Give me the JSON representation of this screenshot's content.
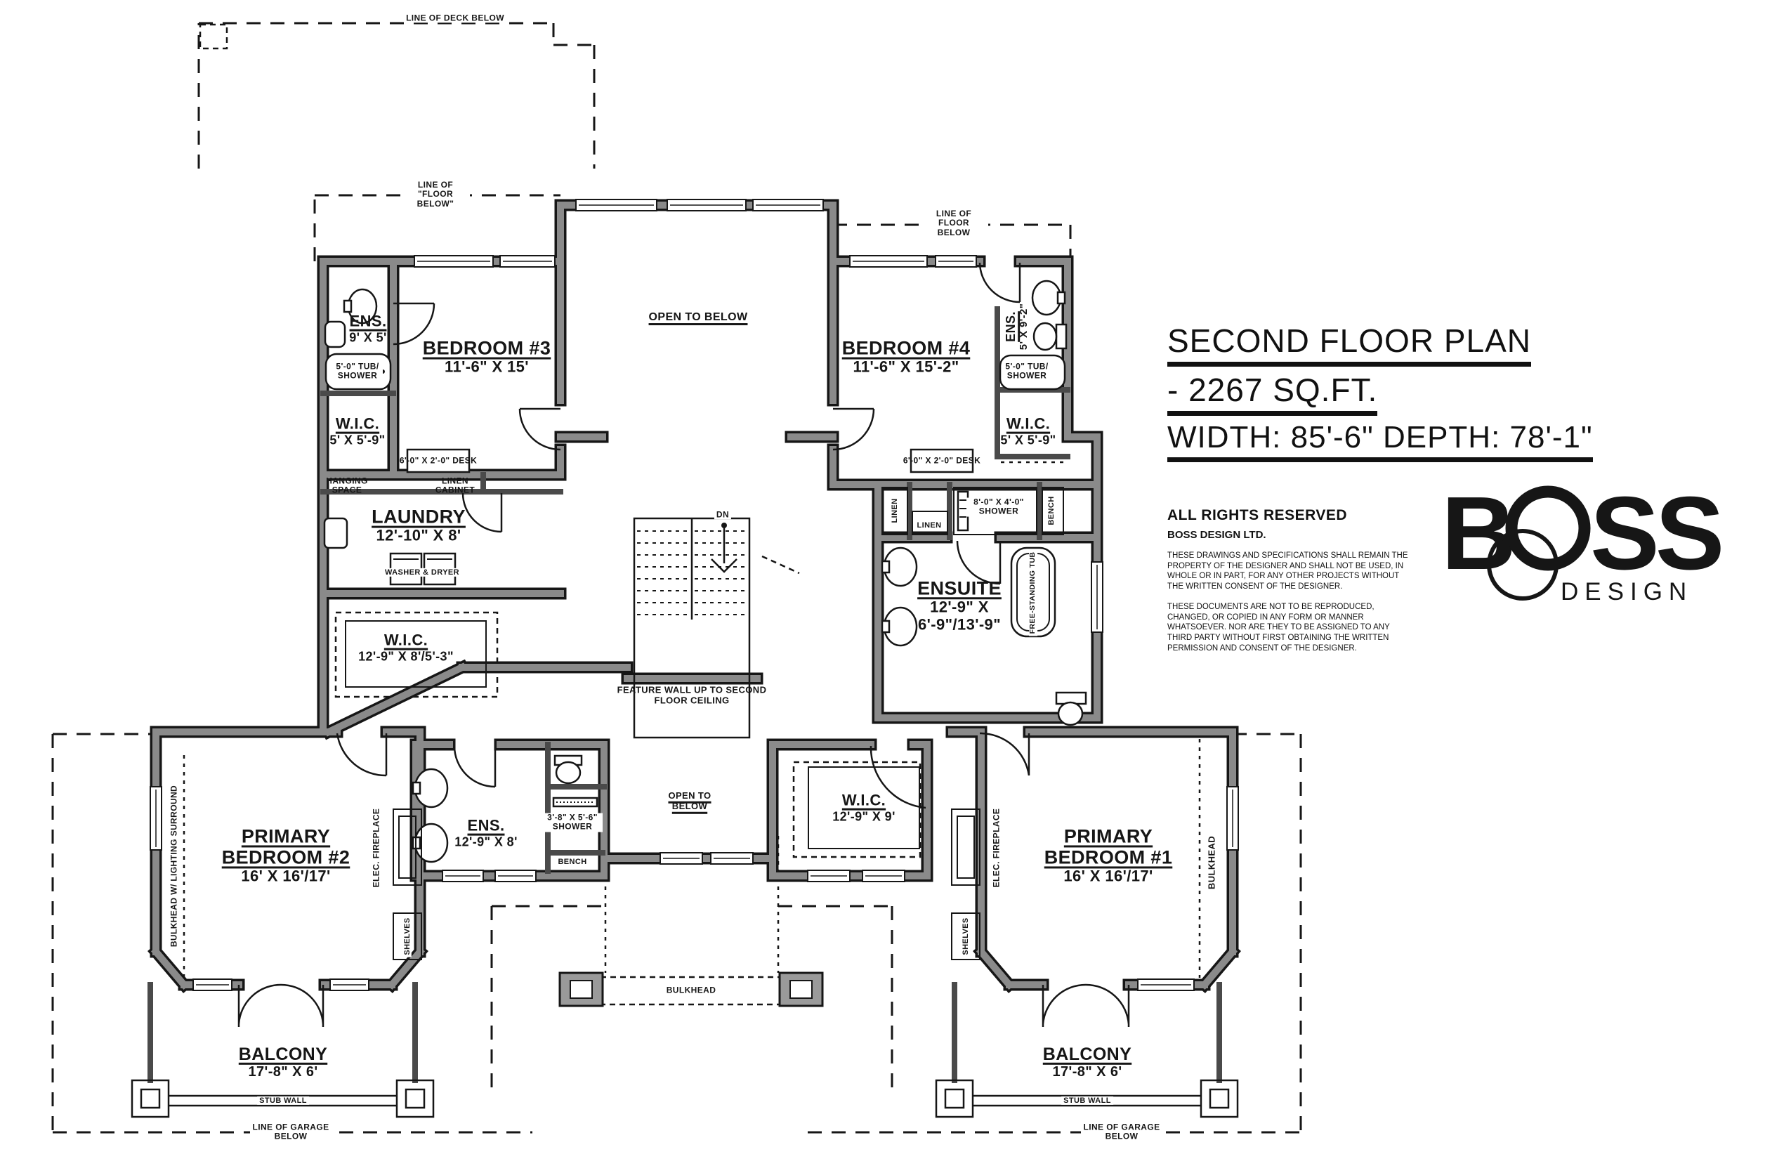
{
  "title_block": {
    "line1": "SECOND FLOOR PLAN",
    "line2": "- 2267 SQ.FT.",
    "line3": "WIDTH: 85'-6\" DEPTH: 78'-1\""
  },
  "rights": {
    "heading": "ALL RIGHTS RESERVED",
    "company": "BOSS DESIGN LTD.",
    "para1": "THESE DRAWINGS AND SPECIFICATIONS SHALL REMAIN THE PROPERTY OF THE DESIGNER AND SHALL NOT BE USED, IN WHOLE OR IN PART, FOR ANY OTHER PROJECTS WITHOUT THE WRITTEN CONSENT OF THE DESIGNER.",
    "para2": "THESE DOCUMENTS ARE NOT TO BE REPRODUCED, CHANGED, OR COPIED IN ANY FORM OR MANNER WHATSOEVER. NOR ARE THEY TO BE ASSIGNED TO ANY THIRD PARTY WITHOUT FIRST OBTAINING THE WRITTEN PERMISSION AND CONSENT OF THE DESIGNER."
  },
  "logo": {
    "b": "B",
    "ss": "SS",
    "sub": "DESIGN"
  },
  "rooms": {
    "bedroom3": {
      "name": "BEDROOM #3",
      "dims": "11'-6\" X 15'"
    },
    "bedroom4": {
      "name": "BEDROOM #4",
      "dims": "11'-6\" X 15'-2\""
    },
    "ens3": {
      "name": "ENS.",
      "dims": "9' X 5'"
    },
    "ens4": {
      "name": "ENS.",
      "dims": "5' X 9'-2\""
    },
    "wic3": {
      "name": "W.I.C.",
      "dims": "5' X 5'-9\""
    },
    "wic4": {
      "name": "W.I.C.",
      "dims": "5' X 5'-9\""
    },
    "laundry": {
      "name": "LAUNDRY",
      "dims": "12'-10\" X 8'"
    },
    "wic2": {
      "name": "W.I.C.",
      "dims": "12'-9\" X 8'/5'-3\""
    },
    "ensuite": {
      "name": "ENSUITE",
      "dims": "12'-9\" X",
      "dims2": "6'-9\"/13'-9\""
    },
    "ens2": {
      "name": "ENS.",
      "dims": "12'-9\" X 8'"
    },
    "wic1": {
      "name": "W.I.C.",
      "dims": "12'-9\" X 9'"
    },
    "primary2": {
      "name": "PRIMARY BEDROOM #2",
      "dims": "16' X 16'/17'"
    },
    "primary1": {
      "name": "PRIMARY BEDROOM #1",
      "dims": "16' X 16'/17'"
    },
    "balcony_left": {
      "name": "BALCONY",
      "dims": "17'-8\" X 6'"
    },
    "balcony_right": {
      "name": "BALCONY",
      "dims": "17'-8\" X 6'"
    }
  },
  "features": {
    "open_to_below_top": "OPEN TO BELOW",
    "open_to_below_center": "OPEN TO BELOW",
    "tub_shower_left": "5'-0\" TUB/ SHOWER",
    "tub_shower_right": "5'-0\" TUB/ SHOWER",
    "hanging_space": "HANGING SPACE",
    "linen_cabinet": "LINEN CABINET",
    "washer_dryer": "WASHER & DRYER",
    "desk_left": "6'-0\" X 2'-0\" DESK",
    "desk_right": "6'-0\" X 2'-0\" DESK",
    "linen_vertical": "LINEN",
    "linen_horizontal": "LINEN",
    "shower_ensuite": "8'-0\" X 4'-0\" SHOWER",
    "bench_ensuite": "BENCH",
    "free_standing_tub": "FREE-STANDING TUB",
    "feature_wall": "FEATURE WALL UP TO SECOND FLOOR CEILING",
    "dn": "DN",
    "shower_ens2": "3'-8\" X 5'-6\" SHOWER",
    "bench_ens2": "BENCH",
    "bulkhead_lighting": "BULKHEAD W/ LIGHTING SURROUND",
    "bulkhead_right": "BULKHEAD",
    "bulkhead_center": "BULKHEAD",
    "elec_fireplace_left": "ELEC. FIREPLACE",
    "elec_fireplace_right": "ELEC. FIREPLACE",
    "shelves_left": "SHELVES",
    "shelves_right": "SHELVES",
    "stub_wall_left": "STUB WALL",
    "stub_wall_right": "STUB WALL"
  },
  "reference_lines": {
    "deck": "LINE OF DECK BELOW",
    "floor_left": "LINE OF \"FLOOR BELOW\"",
    "floor_right": "LINE OF FLOOR BELOW",
    "garage_left": "LINE OF GARAGE BELOW",
    "garage_right": "LINE OF GARAGE BELOW"
  },
  "colors": {
    "wall_gray": "#8a8a8a",
    "line_black": "#161616",
    "paper": "#ffffff"
  }
}
